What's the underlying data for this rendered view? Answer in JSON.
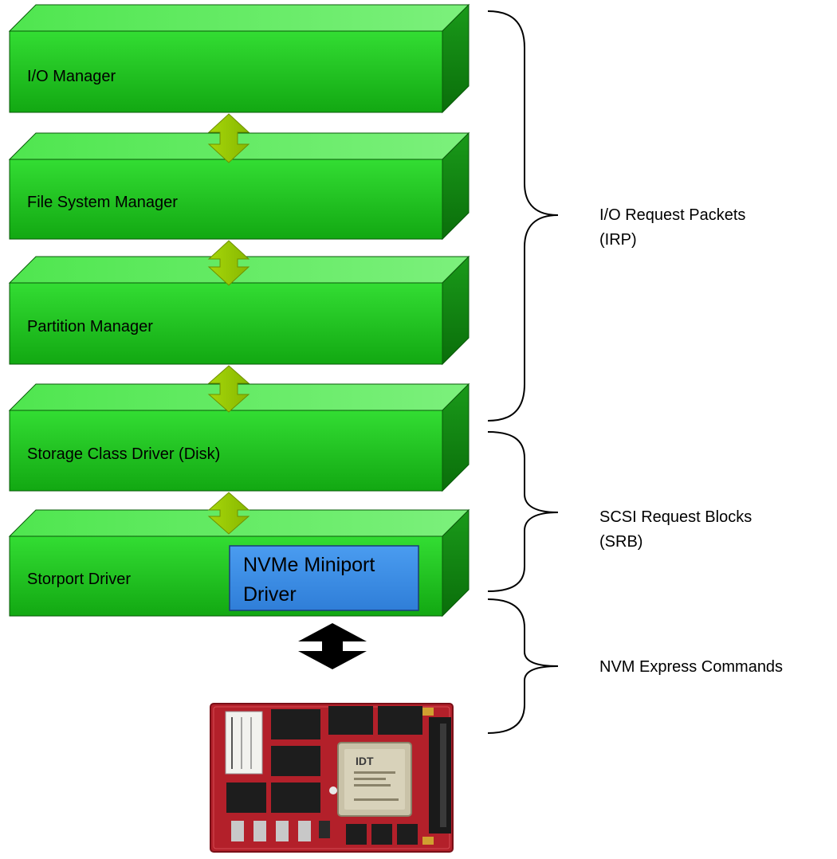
{
  "layers": [
    {
      "label": "I/O Manager"
    },
    {
      "label": "File System Manager"
    },
    {
      "label": "Partition Manager"
    },
    {
      "label": "Storage Class Driver (Disk)"
    },
    {
      "label": "Storport Driver"
    }
  ],
  "miniport": {
    "line1": "NVMe Miniport",
    "line2": "Driver"
  },
  "braces": [
    {
      "label": "I/O Request Packets\n(IRP)"
    },
    {
      "label": "SCSI Request Blocks\n(SRB)"
    },
    {
      "label": "NVM Express Commands"
    }
  ],
  "device": {
    "brand": "IDT"
  },
  "colors": {
    "layer_front": "#22c322",
    "layer_top": "#5fe85f",
    "layer_side": "#0f8a0f",
    "updown_arrow": "#99cc00",
    "miniport_fill": "#3d8fe6",
    "pcb": "#b3202a"
  }
}
